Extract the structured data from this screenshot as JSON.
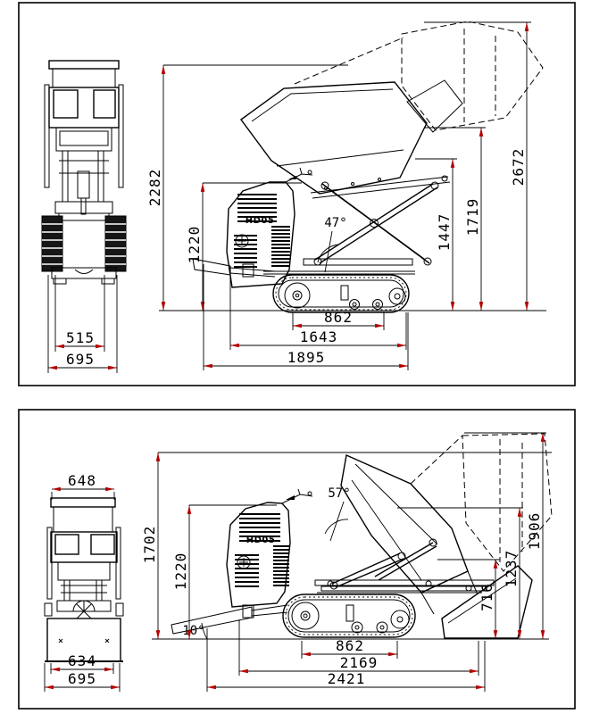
{
  "drawing": {
    "model": "HD05",
    "panel_top": {
      "front": {
        "track_width": "515",
        "overall_width": "695"
      },
      "side": {
        "overall_height_raised": "2282",
        "machine_height": "1220",
        "tip_angle": "47°",
        "scissor_height": "1447",
        "skip_height": "1719",
        "max_height": "2672",
        "track_length": "862",
        "body_length": "1643",
        "overall_length": "1895"
      }
    },
    "panel_bottom": {
      "front": {
        "hopper_width": "648",
        "blade_width": "634",
        "overall_width": "695"
      },
      "side": {
        "left_height": "1702",
        "machine_height": "1220",
        "tip_angle": "57°",
        "blade_angle": "10°",
        "rear_height": "716",
        "mid_height": "1237",
        "max_height": "1906",
        "track_length": "862",
        "body_length": "2169",
        "overall_length": "2421"
      }
    }
  }
}
